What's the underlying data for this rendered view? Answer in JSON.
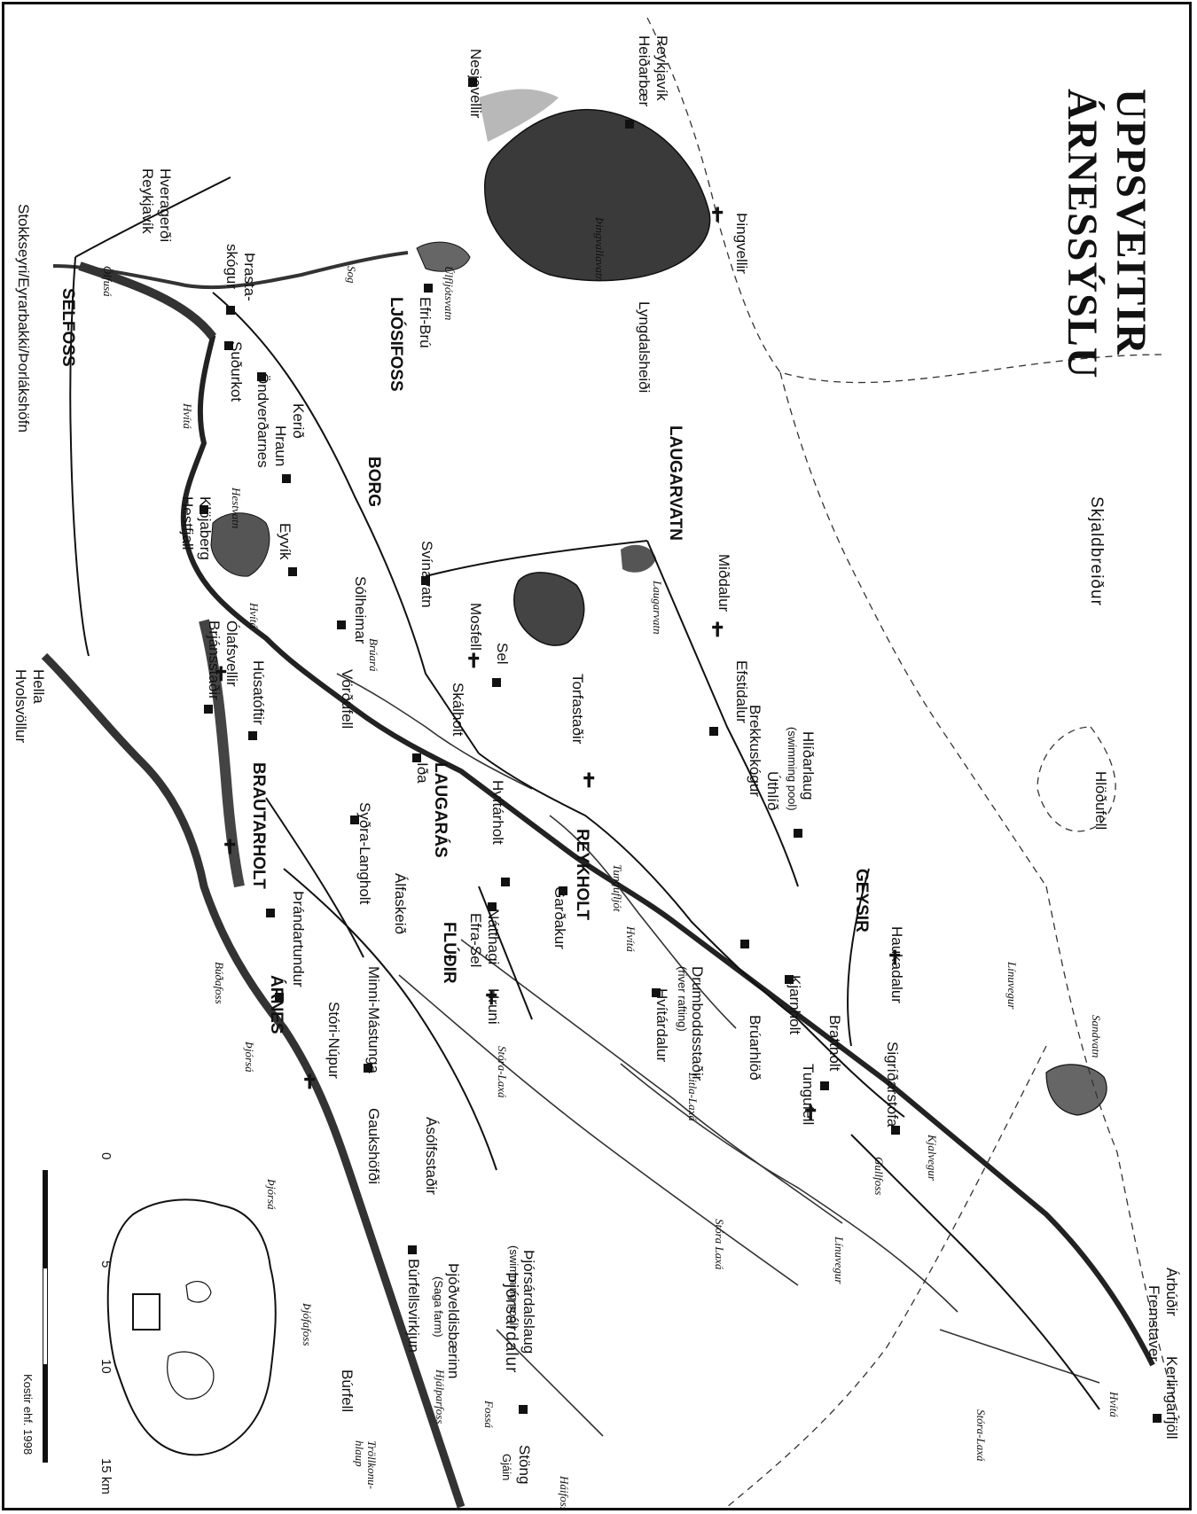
{
  "title_line1": "UPPSVEITIR",
  "title_line2": "ÁRNESSÝSLU",
  "towns": {
    "selfoss": "SELFOSS",
    "ljosifoss": "LJÓSIFOSS",
    "borg": "BORG",
    "laugarvatn": "LAUGARVATN",
    "laugaras": "LAUGARÁS",
    "reykholt": "REYKHOLT",
    "geysir": "GEYSIR",
    "fludir": "FLÚÐIR",
    "brautarholt": "BRAUTARHOLT",
    "arnes": "ÁRNES",
    "thjorsardalur": "Þjórsárdalur"
  },
  "places": {
    "reykjavik_top": "Reykjavík",
    "heidarbaer": "Heiðarbær",
    "nesjavellir": "Nesjavellir",
    "thingvellir": "Þingvellir",
    "hveragerdi": "Hveragerði",
    "reykjavik_left": "Reykjavík",
    "stokkseyri": "Stokkseyri/Eyrarbakki/Þorlákshöfn",
    "prastaskogur_1": "Þrasta-",
    "prastaskogur_2": "skógur",
    "efri_bru": "Efri-Brú",
    "sudurkot": "Suðurkot",
    "ondverdarnes": "Öndverðarnes",
    "kerid": "Kerið",
    "hraun": "Hraun",
    "lyngdalsheidi": "Lyngdalsheiði",
    "eyvik": "Eyvík",
    "klodaberg": "Klöjaberg",
    "hestfjall": "Hestfjall",
    "svinavatn": "Svínavatn",
    "solheimar": "Sólheimar",
    "mosfell": "Mosfell",
    "sel": "Sel",
    "midalur": "Miðdalur",
    "efstidalur": "Efstidalur",
    "skjaldbreidur": "Skjaldbreiður",
    "hlodufell": "Hlöðufell",
    "olafsvellir": "Ólafsvellir",
    "brjansstadir": "Brjánsstaðir",
    "husatoftir": "Húsatóftir",
    "vordufell": "Vörðufell",
    "skalholt": "Skálholt",
    "torfastadir": "Torfastaðir",
    "brekkuskogur": "Brekkuskógur",
    "hlidarlaug": "Hlíðarlaug",
    "swimming_pool": "(swimming pool)",
    "uthlid": "Úthlíð",
    "ida": "Iða",
    "sydra_langholt": "Syðra-Langholt",
    "hvitarholt": "Hvítárholt",
    "alfaskeid": "Álfaskeið",
    "natthagi": "Nátthagi",
    "efra_sel": "Efra-Sel",
    "gardyrkjustod": "Garðakur",
    "haukadalur": "Haukadalur",
    "kjarnholt": "Kjarnholt",
    "bratthold": "Bratthólt",
    "drumboddsstadir": "Drumboddsstaðir",
    "river_rafting": "(river rafting)",
    "hvitardalur": "Hvítárdalur",
    "bruarhlod": "Brúarhlöð",
    "hruni": "Hruni",
    "sigridarstofa": "Sigríðarstofa",
    "tungufell": "Tungufell",
    "thrandartundur": "Þrándartundur",
    "stori_nupur": "Stóri-Núpur",
    "minni_mastunga": "Minni-Mástunga",
    "asolfsstadir": "Ásólfsstaðir",
    "gaukshofdi": "Gaukshöfði",
    "thjorsardalslaug": "Þjórsárdalslaug",
    "thjodveldisbaerinn": "Þjóðveldisbærinn",
    "saga_farm": "(Saga farm)",
    "burfellsvirkjun": "Búrfellsvirkjun",
    "burfell": "Búrfell",
    "stong": "Stöng",
    "gjain": "Gjáin",
    "arbudir": "Árbúðir",
    "kerlingarfjoll": "Kerlingarfjöll",
    "fremstaver": "Fremstaver",
    "hella": "Hella",
    "hvolsvollur": "Hvolsvöllur"
  },
  "waters": {
    "thingvallavatn": "Þingvallavatn",
    "ulfljotsvatn": "Úlfljótsvatn",
    "sog": "Sog",
    "olfusa": "Ölfusá",
    "hvita_1": "Hvítá",
    "hvita_2": "Hvítá",
    "hvita_3": "Hvítá",
    "hvita_4": "Hvítá",
    "hestvatn": "Hestvatn",
    "laugarvatn_lake": "Laugarvatn",
    "bruara": "Brúará",
    "tungufljot": "Tungufljót",
    "stora_laxa_1": "Stóra-Laxá",
    "stora_laxa_2": "Stóra Laxá",
    "stora_laxa_3": "Stóra-Laxá",
    "litla_laxa": "Litla-Laxá",
    "thjorsa": "Þjórsá",
    "thjorsa_2": "Þjórsá",
    "fossa": "Fossá",
    "haifoss": "Háifoss",
    "sandvatn": "Sandvatn",
    "gullfoss": "Gullfoss",
    "kjalvegur": "Kjalvegur",
    "linuvegur_1": "Línuvegur",
    "linuvegur_2": "Línuvegur",
    "hjalparfoss": "Hjálparfoss",
    "trollkonuhlaup": "Tröllkonu-",
    "trollkonuhlaup2": "hlaup",
    "budafoss": "Búðafoss",
    "thjofafoss": "Þjófafoss"
  },
  "scale": {
    "ticks": [
      "0",
      "5",
      "10",
      "15 km"
    ],
    "credit": "Kostir ehf. 1998"
  }
}
